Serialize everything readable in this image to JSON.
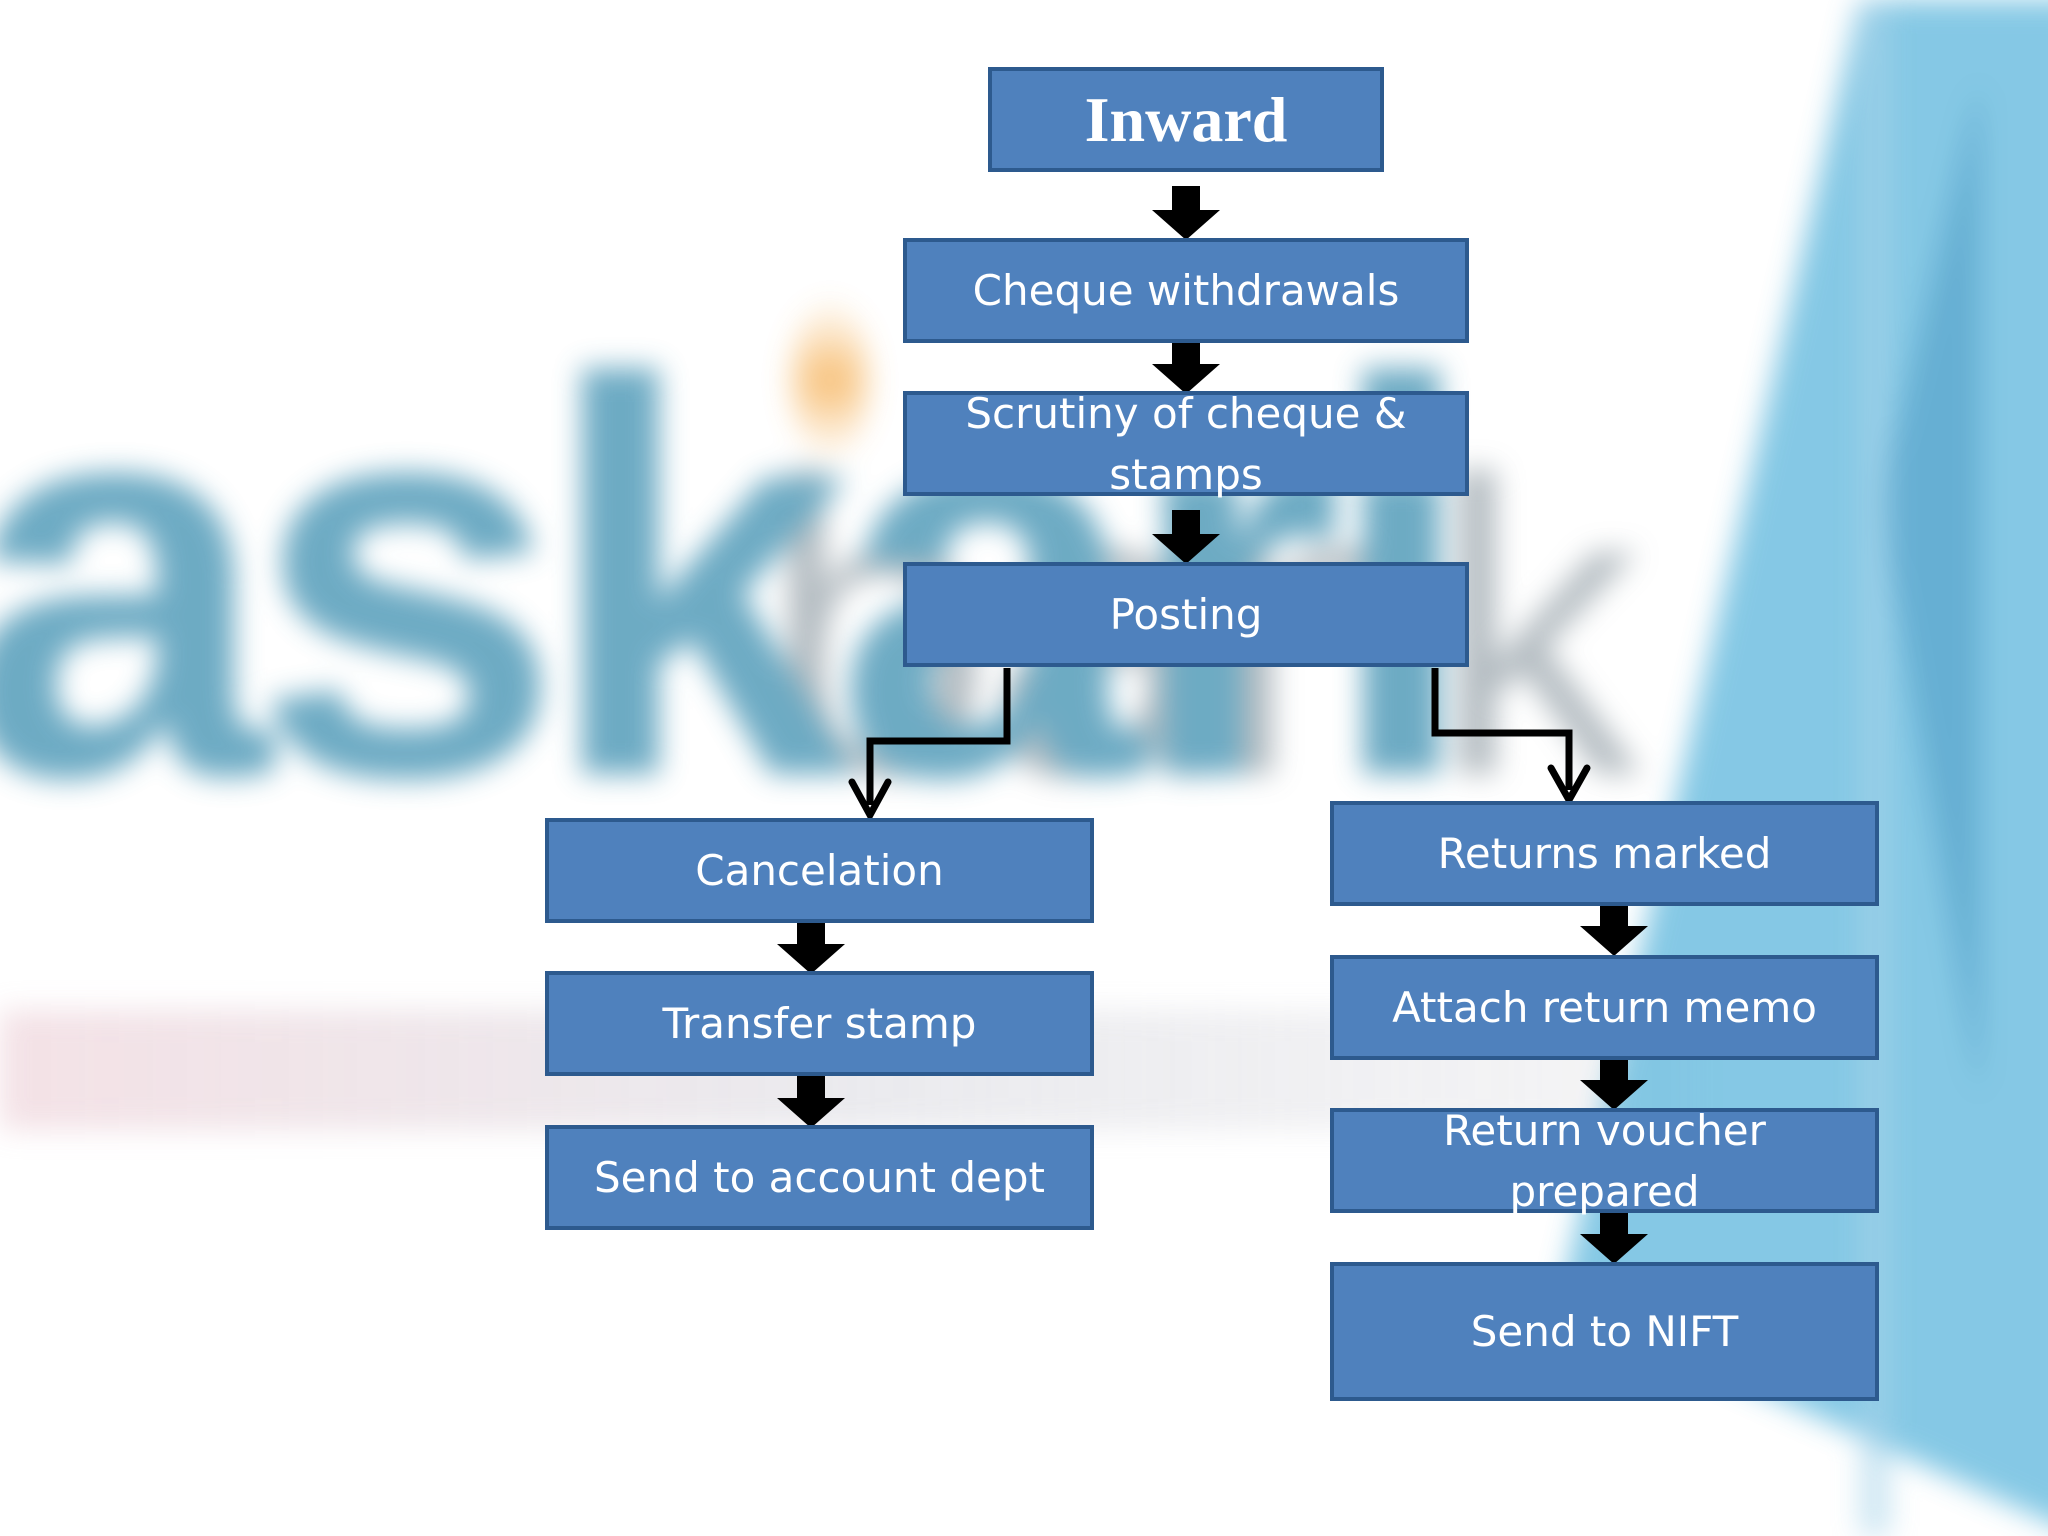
{
  "colors": {
    "box_fill": "#4f81bd",
    "box_border": "#2d5a8e",
    "box_text": "#ffffff",
    "arrow": "#000000",
    "watermark_blue": "#3d8fb0"
  },
  "watermark": {
    "text_bold": "askari",
    "text_light": "bank"
  },
  "nodes": {
    "inward": "Inward",
    "cheque_withdrawals": "Cheque withdrawals",
    "scrutiny": "Scrutiny of cheque & stamps",
    "posting": "Posting",
    "cancelation": "Cancelation",
    "transfer_stamp": "Transfer stamp",
    "send_to_account_dept": "Send to account dept",
    "returns_marked": "Returns marked",
    "attach_return_memo": "Attach return memo",
    "return_voucher_prepared": "Return voucher prepared",
    "send_to_nift": "Send to NIFT"
  },
  "edges": [
    [
      "inward",
      "cheque_withdrawals"
    ],
    [
      "cheque_withdrawals",
      "scrutiny"
    ],
    [
      "scrutiny",
      "posting"
    ],
    [
      "posting",
      "cancelation"
    ],
    [
      "posting",
      "returns_marked"
    ],
    [
      "cancelation",
      "transfer_stamp"
    ],
    [
      "transfer_stamp",
      "send_to_account_dept"
    ],
    [
      "returns_marked",
      "attach_return_memo"
    ],
    [
      "attach_return_memo",
      "return_voucher_prepared"
    ],
    [
      "return_voucher_prepared",
      "send_to_nift"
    ]
  ]
}
